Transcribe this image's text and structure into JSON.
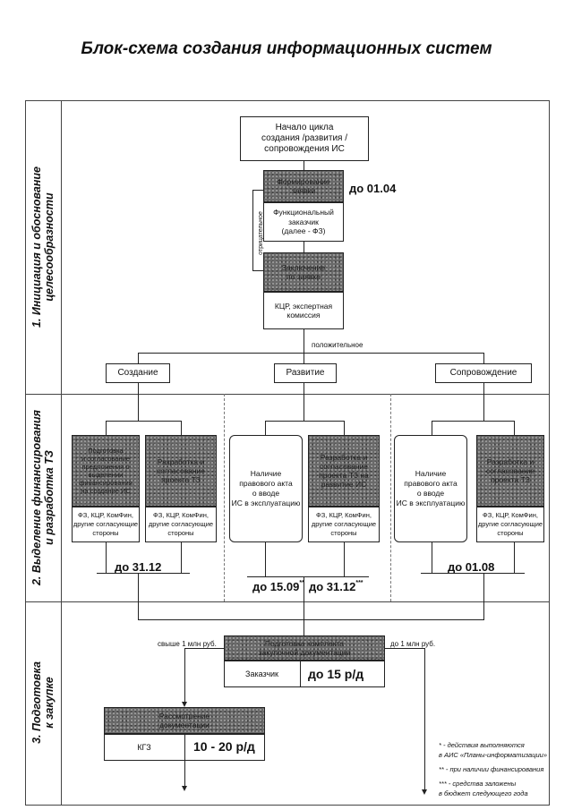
{
  "title": "Блок-схема создания информационных систем",
  "stages": {
    "stage1": "1. Инициация и обоснование\nцелесообразности",
    "stage2": "2. Выделение финансирования\nи разработка ТЗ",
    "stage3": "3. Подготовка\nк закупке"
  },
  "start": "Начало цикла\nсоздания /развития /\nсопровождения ИС",
  "formation": {
    "header": "Формирование\nзаявки",
    "body": "Функциональный\nзаказчик\n(далее - ФЗ)",
    "deadline": "до 01.04"
  },
  "negative_label": "отрицательное",
  "positive_label": "положительное",
  "conclusion": {
    "header": "Заключение\nпо заявке",
    "body": "КЦР, экспертная\nкомиссия"
  },
  "branches": {
    "create": "Создание",
    "develop": "Развитие",
    "support": "Сопровождение"
  },
  "create_col": {
    "box1_header": "Подготовка\nи согласование\nпредложения о\nвыделении\nфинансирования\nна создание ИС",
    "box1_body": "ФЗ, КЦР, КомФин,\nдругие согласующие\nстороны",
    "box2_header": "Разработка и\nсогласование\nпроекта ТЗ",
    "box2_body": "ФЗ, КЦР, КомФин,\nдругие согласующие\nстороны",
    "deadline": "до 31.12"
  },
  "develop_col": {
    "legal": "Наличие\nправового акта\nо вводе\nИС в эксплуатацию",
    "box_header": "Разработка и\nсогласование\nпроекта ТЗ на\nразвитие ИС",
    "box_body": "ФЗ, КЦР, КомФин,\nдругие согласующие\nстороны",
    "deadline1": "до 15.09",
    "deadline1_mark": "**",
    "deadline2": "до 31.12",
    "deadline2_mark": "***"
  },
  "support_col": {
    "legal": "Наличие\nправового акта\nо вводе\nИС в эксплуатацию",
    "box_header": "Разработка и\nсогласование\nпроекта ТЗ",
    "box_body": "ФЗ, КЦР, КомФин,\nдругие согласующие\nстороны",
    "deadline": "до 01.08"
  },
  "procurement": {
    "header": "Подготовка комплекта\nзакупочной документации",
    "customer": "Заказчик",
    "deadline": "до 15 р/д",
    "over_label": "свыше 1 млн руб.",
    "under_label": "до 1 млн руб."
  },
  "kgz": {
    "header": "Рассмотрение\nдокументации",
    "body": "КГЗ",
    "deadline": "10 - 20 р/д"
  },
  "notes": {
    "n1a": "* - действия выполняются",
    "n1b": "в АИС «Планы-информатизации»",
    "n2": "** - при наличии финансирования",
    "n3a": "*** - средства заложены",
    "n3b": "в бюджет следующего года"
  }
}
